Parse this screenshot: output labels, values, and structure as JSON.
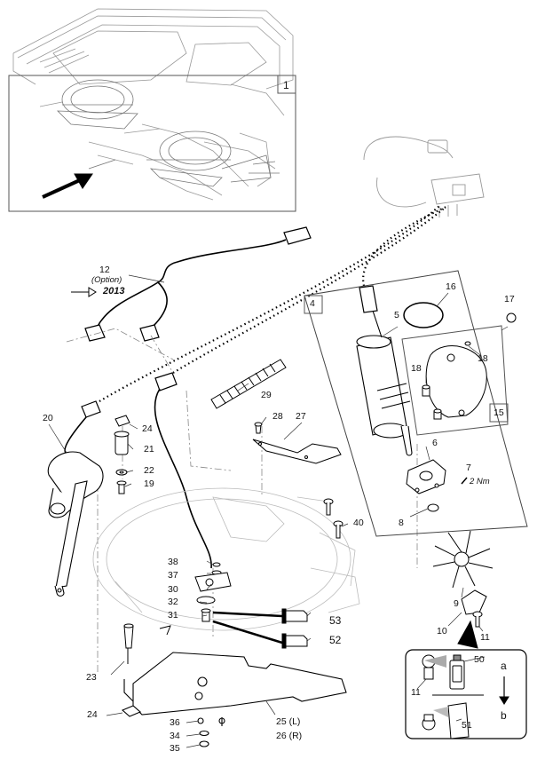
{
  "callouts": {
    "c1": "1",
    "c4": "4",
    "c5": "5",
    "c6": "6",
    "c7": "7",
    "c7_torque": "2 Nm",
    "c8": "8",
    "c9": "9",
    "c10": "10",
    "c11a": "11",
    "c11b": "11",
    "c12": "12",
    "c12_option": "(Option)",
    "c12_year": "2013",
    "c15": "15",
    "c16": "16",
    "c17": "17",
    "c18a": "18",
    "c18b": "18",
    "c19": "19",
    "c20": "20",
    "c21": "21",
    "c22": "22",
    "c23": "23",
    "c24a": "24",
    "c24b": "24",
    "c25": "25 (L)",
    "c26": "26 (R)",
    "c27": "27",
    "c28": "28",
    "c29": "29",
    "c30": "30",
    "c31": "31",
    "c32": "32",
    "c34": "34",
    "c35": "35",
    "c36": "36",
    "c37": "37",
    "c38": "38",
    "c40": "40",
    "c50": "50",
    "c51": "51",
    "c52": "52",
    "c53": "53",
    "dir_a": "a",
    "dir_b": "b"
  }
}
